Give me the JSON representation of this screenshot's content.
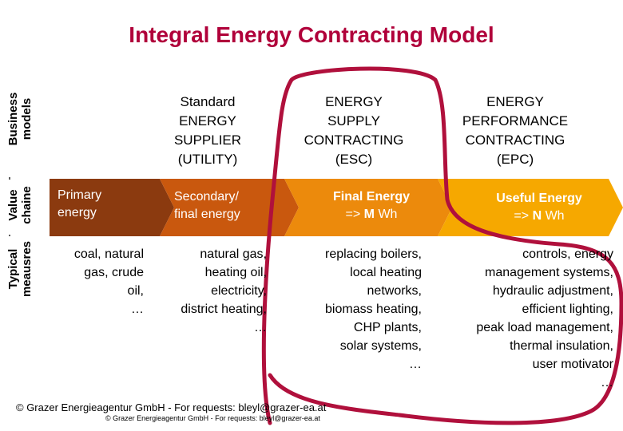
{
  "title": "Integral Energy Contracting Model",
  "row_labels": {
    "business": [
      "Business",
      "models"
    ],
    "value": [
      "Value",
      "chaine"
    ],
    "measures": [
      "Typical",
      "meausres"
    ]
  },
  "business_models": [
    {
      "lines": [
        "Standard",
        "ENERGY",
        "SUPPLIER",
        "(UTILITY)"
      ]
    },
    {
      "lines": [
        "ENERGY",
        "SUPPLY",
        "CONTRACTING",
        "(ESC)"
      ]
    },
    {
      "lines": [
        "ENERGY",
        "PERFORMANCE",
        "CONTRACTING",
        "(EPC)"
      ]
    }
  ],
  "value_chain": [
    {
      "line1": "Primary",
      "line2": "energy",
      "color": "#8b3a0f"
    },
    {
      "line1": "Secondary/",
      "line2": "final energy",
      "color": "#c9580e"
    },
    {
      "line1": "Final Energy",
      "line2_prefix": "=> ",
      "line2_bold": "M",
      "line2_suffix": " Wh",
      "color": "#ec8a0c"
    },
    {
      "line1": "Useful Energy",
      "line2_prefix": "=> ",
      "line2_bold": "N",
      "line2_suffix": " Wh",
      "color": "#f6a800"
    }
  ],
  "measures": [
    {
      "lines": [
        "coal, natural",
        "gas, crude",
        "oil,",
        "…"
      ]
    },
    {
      "lines": [
        "natural gas,",
        "heating oil,",
        "electricity,",
        "district heating,",
        "…"
      ]
    },
    {
      "lines": [
        "replacing boilers,",
        "local heating",
        "networks,",
        "biomass heating,",
        "CHP plants,",
        "solar systems,",
        "…"
      ]
    },
    {
      "lines": [
        "controls, energy",
        "management systems,",
        "hydraulic adjustment,",
        "efficient lighting,",
        "peak load management,",
        "thermal insulation,",
        "user motivator",
        "…"
      ]
    }
  ],
  "footer": "© Grazer Energieagentur GmbH - For requests: bleyl@grazer-ea.at",
  "footer_small": "© Grazer Energieagentur GmbH - For requests: bleyl@grazer-ea.at",
  "colors": {
    "title": "#b0003a",
    "loop": "#b0103c",
    "divider": "#222222",
    "chevron_text_light": "#ffffff"
  }
}
